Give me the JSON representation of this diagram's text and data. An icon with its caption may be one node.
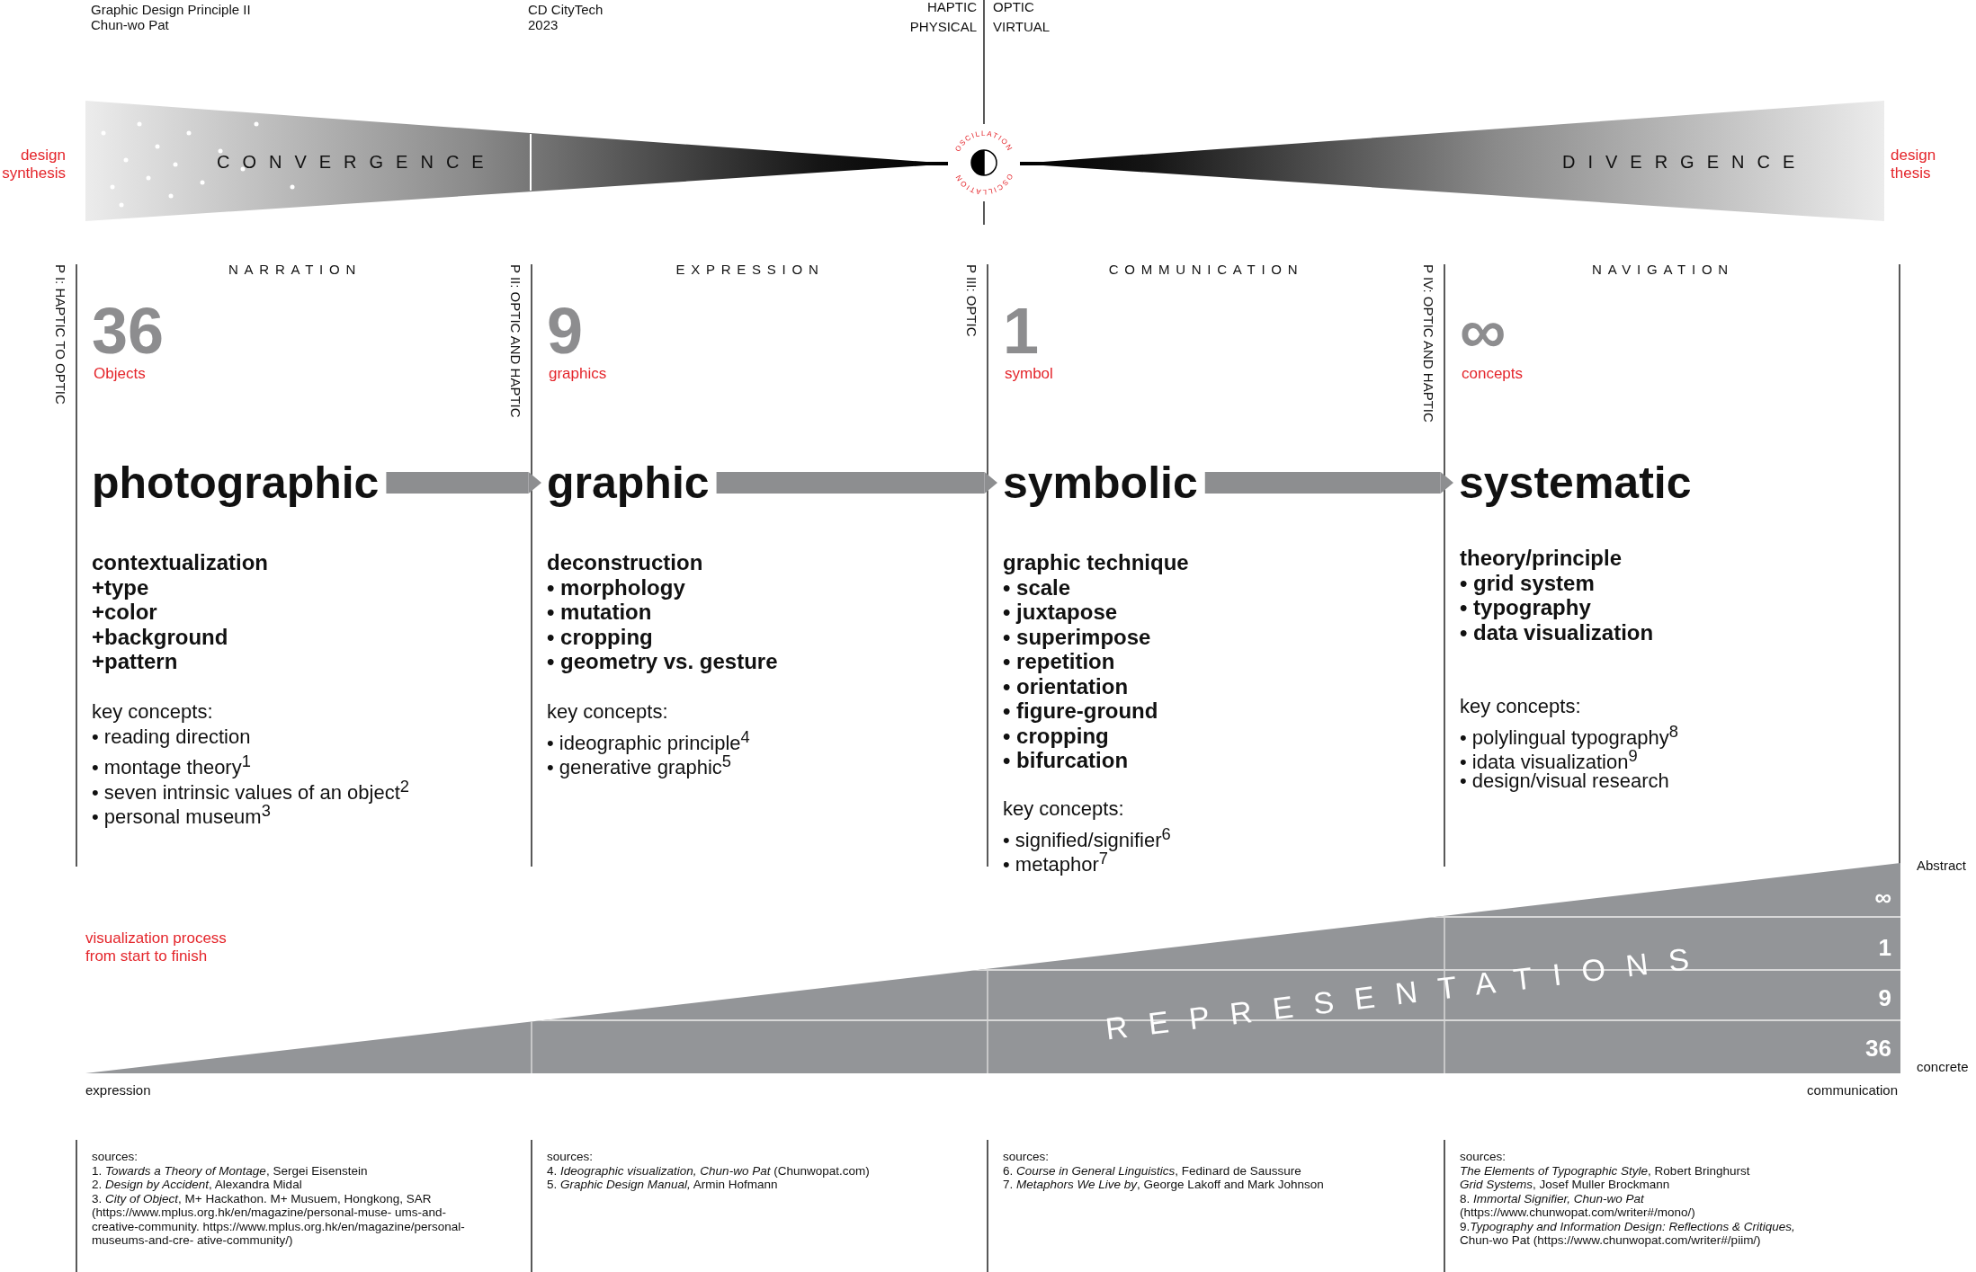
{
  "diagram": {
    "nodes": [
      {
        "text": [
          "CONVERGENCE"
        ]
      },
      {
        "text": [
          "OSCILLATION",
          "OSCILLATION"
        ]
      },
      {
        "text": [
          "DIVERGENCE"
        ]
      },
      {
        "text": [
          "photographic"
        ]
      },
      {
        "text": [
          "graphic"
        ]
      },
      {
        "text": [
          "symbolic"
        ]
      },
      {
        "text": [
          "systematic"
        ]
      },
      {
        "text": [
          "REPRESENTATIONS",
          "∞",
          "1",
          "9",
          "36"
        ]
      }
    ],
    "edges": [
      {
        "from": 3,
        "to": 4,
        "arrow": "to"
      },
      {
        "from": 4,
        "to": 5,
        "arrow": "to"
      },
      {
        "from": 5,
        "to": 6,
        "arrow": "to"
      }
    ],
    "labels": [
      "Graphic Design Principle II",
      "Chun-wo Pat",
      "CD CityTech",
      "2023",
      "HAPTIC",
      "OPTIC",
      "PHYSICAL",
      "VIRTUAL",
      "design synthesis",
      "design thesis",
      "NARRATION",
      "P I: HAPTIC TO OPTIC",
      "36",
      "Objects",
      "contextualization",
      "+type",
      "+color",
      "+background",
      "+pattern",
      "key concepts:",
      "• reading direction",
      "• montage theory$^{1}$",
      "• seven intrinsic values of an object$^{2}$",
      "• personal museum$^{3}$",
      "EXPRESSION",
      "P II: OPTIC AND HAPTIC",
      "9",
      "graphics",
      "deconstruction",
      "• morphology",
      "• mutation",
      "• cropping",
      "• geometry vs. gesture",
      "key concepts:",
      "• ideographic principle$^{4}$",
      "• generative graphic$^{5}$",
      "COMMUNICATION",
      "P III: OPTIC",
      "1",
      "symbol",
      "graphic technique",
      "• scale",
      "• juxtapose",
      "• superimpose",
      "• repetition",
      "• orientation",
      "• figure-ground",
      "• cropping",
      "• bifurcation",
      "key concepts:",
      "• signified/signifier$^{6}$",
      "• metaphor$^{7}$",
      "NAVIGATION",
      "P IV: OPTIC AND HAPTIC",
      "∞",
      "concepts",
      "theory/principle",
      "• grid system",
      "• typography",
      "• data visualization",
      "key concepts:",
      "• polylingual typography$^{8}$",
      "• idata visualization$^{9}$",
      "• design/visual research",
      "visualization process from start to finish",
      "Abstract",
      "concrete",
      "expression",
      "communication",
      "sources:",
      "1. *Towards a Theory of Montage*, Sergei Eisenstein",
      "2. *Design by Accident*, Alexandra Midal",
      "3. *City of Object*, M+ Hackathon. M+ Musuem, Hongkong, SAR (https://www.mplus.org.hk/en/magazine/personal-muse- ums-and-creative-community. https://www.mplus.org.hk/en/magazine/personal-museums-and-cre- ative-community/)",
      "sources:",
      "4. *Ideographic visualization, Chun-wo Pat* (Chunwopat.com)",
      "5. *Graphic Design Manual,* Armin Hofmann",
      "sources:",
      "6. *Course in General Linguistics*, Fedinard de Saussure",
      "7. *Metaphors We Live by*, George Lakoff and Mark Johnson",
      "sources:",
      "*The Elements of Typographic Style*, Robert Bringhurst",
      "*Grid Systems*, Josef Muller Brockmann",
      "8. *Immortal Signifier, Chun-wo Pat* (https://www.chunwopat.com/writer#/mono/)",
      "9.*Typography and Information Design: Reflections & Critiques,* Chun-wo Pat (https://www.chunwopat.com/writer#/piim/)"
    ]
  }
}
